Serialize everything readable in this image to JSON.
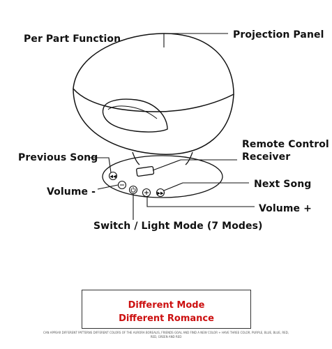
{
  "title": "Per Part Function",
  "labels": {
    "projection_panel": "Projection Panel",
    "remote_control_receiver_line1": "Remote Control",
    "remote_control_receiver_line2": "Receiver",
    "previous_song": "Previous Song",
    "volume_minus": "Volume -",
    "next_song": "Next Song",
    "volume_plus": "Volume +",
    "switch_light_mode": "Switch / Light Mode (7 Modes)"
  },
  "banner": {
    "line1": "Different Mode",
    "line2": "Different Romance"
  },
  "footnote": "CAN APPEAR DIFFERENT PATTERNS DIFFERENT COLORS OF THE AURORA BOREALIS, FRIENDS GOAL AND FIND A NEW COLOR + HAVE THREE COLOR, PURPLE, BLUE, BLUE, RED, RED, GREEN AND RED",
  "colors": {
    "line": "#111111",
    "banner_text": "#cc1010"
  },
  "icons": [
    "previous-song-icon",
    "volume-minus-icon",
    "power-icon",
    "volume-plus-icon",
    "next-song-icon"
  ]
}
